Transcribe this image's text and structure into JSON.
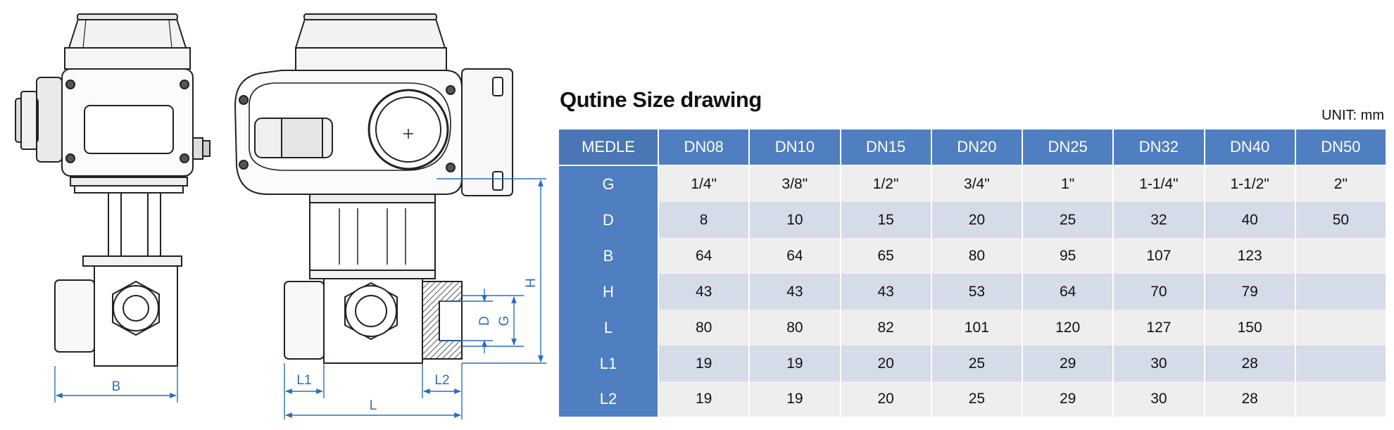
{
  "title": "Qutine Size drawing",
  "unit": "UNIT: mm",
  "table": {
    "corner": "MEDLE",
    "columns": [
      "DN08",
      "DN10",
      "DN15",
      "DN20",
      "DN25",
      "DN32",
      "DN40",
      "DN50"
    ],
    "rows": [
      {
        "label": "G",
        "values": [
          "1/4\"",
          "3/8\"",
          "1/2\"",
          "3/4\"",
          "1\"",
          "1-1/4\"",
          "1-1/2\"",
          "2\""
        ]
      },
      {
        "label": "D",
        "values": [
          "8",
          "10",
          "15",
          "20",
          "25",
          "32",
          "40",
          "50"
        ]
      },
      {
        "label": "B",
        "values": [
          "64",
          "64",
          "65",
          "80",
          "95",
          "107",
          "123",
          ""
        ]
      },
      {
        "label": "H",
        "values": [
          "43",
          "43",
          "43",
          "53",
          "64",
          "70",
          "79",
          ""
        ]
      },
      {
        "label": "L",
        "values": [
          "80",
          "80",
          "82",
          "101",
          "120",
          "127",
          "150",
          ""
        ]
      },
      {
        "label": "L1",
        "values": [
          "19",
          "19",
          "20",
          "25",
          "29",
          "30",
          "28",
          ""
        ]
      },
      {
        "label": "L2",
        "values": [
          "19",
          "19",
          "20",
          "25",
          "29",
          "30",
          "28",
          ""
        ]
      }
    ]
  },
  "drawing_labels": {
    "b": "B",
    "l1": "L1",
    "l": "L",
    "l2": "L2",
    "d": "D",
    "g": "G",
    "h": "H"
  },
  "colors": {
    "header_blue": "#4f7ec1",
    "row_light": "#eeeeee",
    "row_blue": "#d5dbe9",
    "dimension_blue": "#2a6ebb"
  }
}
